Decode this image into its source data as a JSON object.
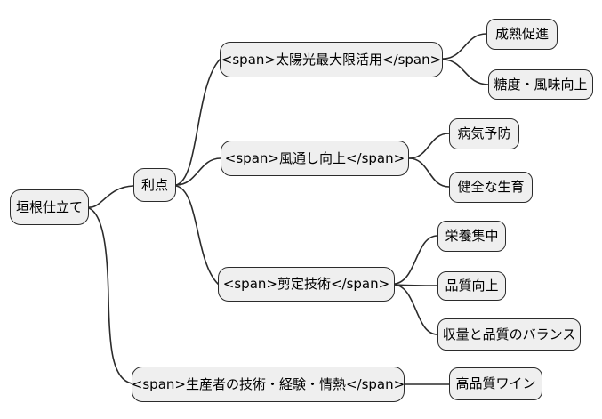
{
  "diagram": {
    "type": "mindmap",
    "colors": {
      "background": "#ffffff",
      "node_fill": "#efefef",
      "node_border": "#2b2b2b",
      "connector": "#2b2b2b",
      "text": "#000000"
    },
    "nodes": [
      {
        "id": "root",
        "label": "垣根仕立て"
      },
      {
        "id": "benefits",
        "label": "利点"
      },
      {
        "id": "sunlight",
        "label": "<span>太陽光最大限活用</span>"
      },
      {
        "id": "ripening",
        "label": "成熟促進"
      },
      {
        "id": "sugar-flavor",
        "label": "糖度・風味向上"
      },
      {
        "id": "airflow",
        "label": "<span>風通し向上</span>"
      },
      {
        "id": "disease-prevention",
        "label": "病気予防"
      },
      {
        "id": "healthy-growth",
        "label": "健全な生育"
      },
      {
        "id": "pruning",
        "label": "<span>剪定技術</span>"
      },
      {
        "id": "nutrient-focus",
        "label": "栄養集中"
      },
      {
        "id": "quality-up",
        "label": "品質向上"
      },
      {
        "id": "yield-quality-balance",
        "label": "収量と品質のバランス"
      },
      {
        "id": "producer",
        "label": "<span>生産者の技術・経験・情熱</span>"
      },
      {
        "id": "premium-wine",
        "label": "高品質ワイン"
      }
    ],
    "edges": [
      {
        "from": "root",
        "to": "benefits"
      },
      {
        "from": "root",
        "to": "producer"
      },
      {
        "from": "benefits",
        "to": "sunlight"
      },
      {
        "from": "benefits",
        "to": "airflow"
      },
      {
        "from": "benefits",
        "to": "pruning"
      },
      {
        "from": "sunlight",
        "to": "ripening"
      },
      {
        "from": "sunlight",
        "to": "sugar-flavor"
      },
      {
        "from": "airflow",
        "to": "disease-prevention"
      },
      {
        "from": "airflow",
        "to": "healthy-growth"
      },
      {
        "from": "pruning",
        "to": "nutrient-focus"
      },
      {
        "from": "pruning",
        "to": "quality-up"
      },
      {
        "from": "pruning",
        "to": "yield-quality-balance"
      },
      {
        "from": "producer",
        "to": "premium-wine"
      }
    ]
  }
}
